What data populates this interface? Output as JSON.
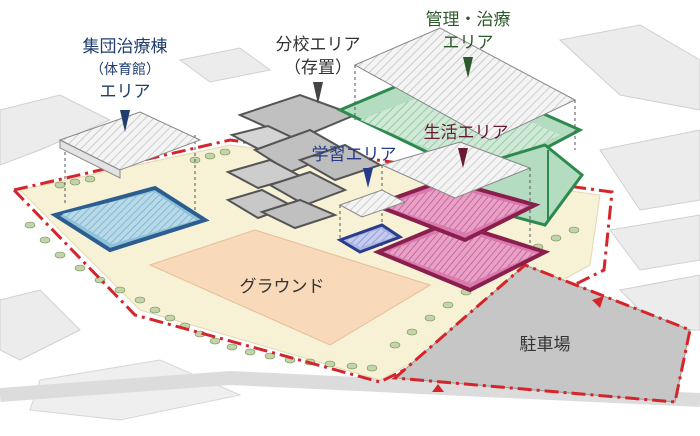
{
  "labels": {
    "group_therapy": [
      "集団治療棟",
      "（体育館）",
      "エリア"
    ],
    "branch_school": [
      "分校エリア",
      "（存置）"
    ],
    "management": [
      "管理・治療",
      "エリア"
    ],
    "living": "生活エリア",
    "study": "学習エリア",
    "ground": "グラウンド",
    "parking": "駐車場"
  },
  "colors": {
    "site_boundary": "#d4252a",
    "courtyard": "#f7f1d5",
    "ground_field": "#f8d9ba",
    "trees": "#c3d3aa",
    "gym_fill": "#8fc2d8",
    "gym_edge": "#2c5d91",
    "school_fill": "#c0c0c0",
    "school_edge": "#555555",
    "management_fill": "#b3dcc1",
    "management_edge": "#2d8a4e",
    "living_fill": "#d979ad",
    "living_edge": "#8a1f4d",
    "study_fill": "#aab5e4",
    "study_edge": "#2c3b8a",
    "label_blue": "#1f3d6e",
    "label_gray": "#333333",
    "label_green": "#2d5a2a",
    "label_maroon": "#6a1a33",
    "label_navy": "#263a8a"
  }
}
